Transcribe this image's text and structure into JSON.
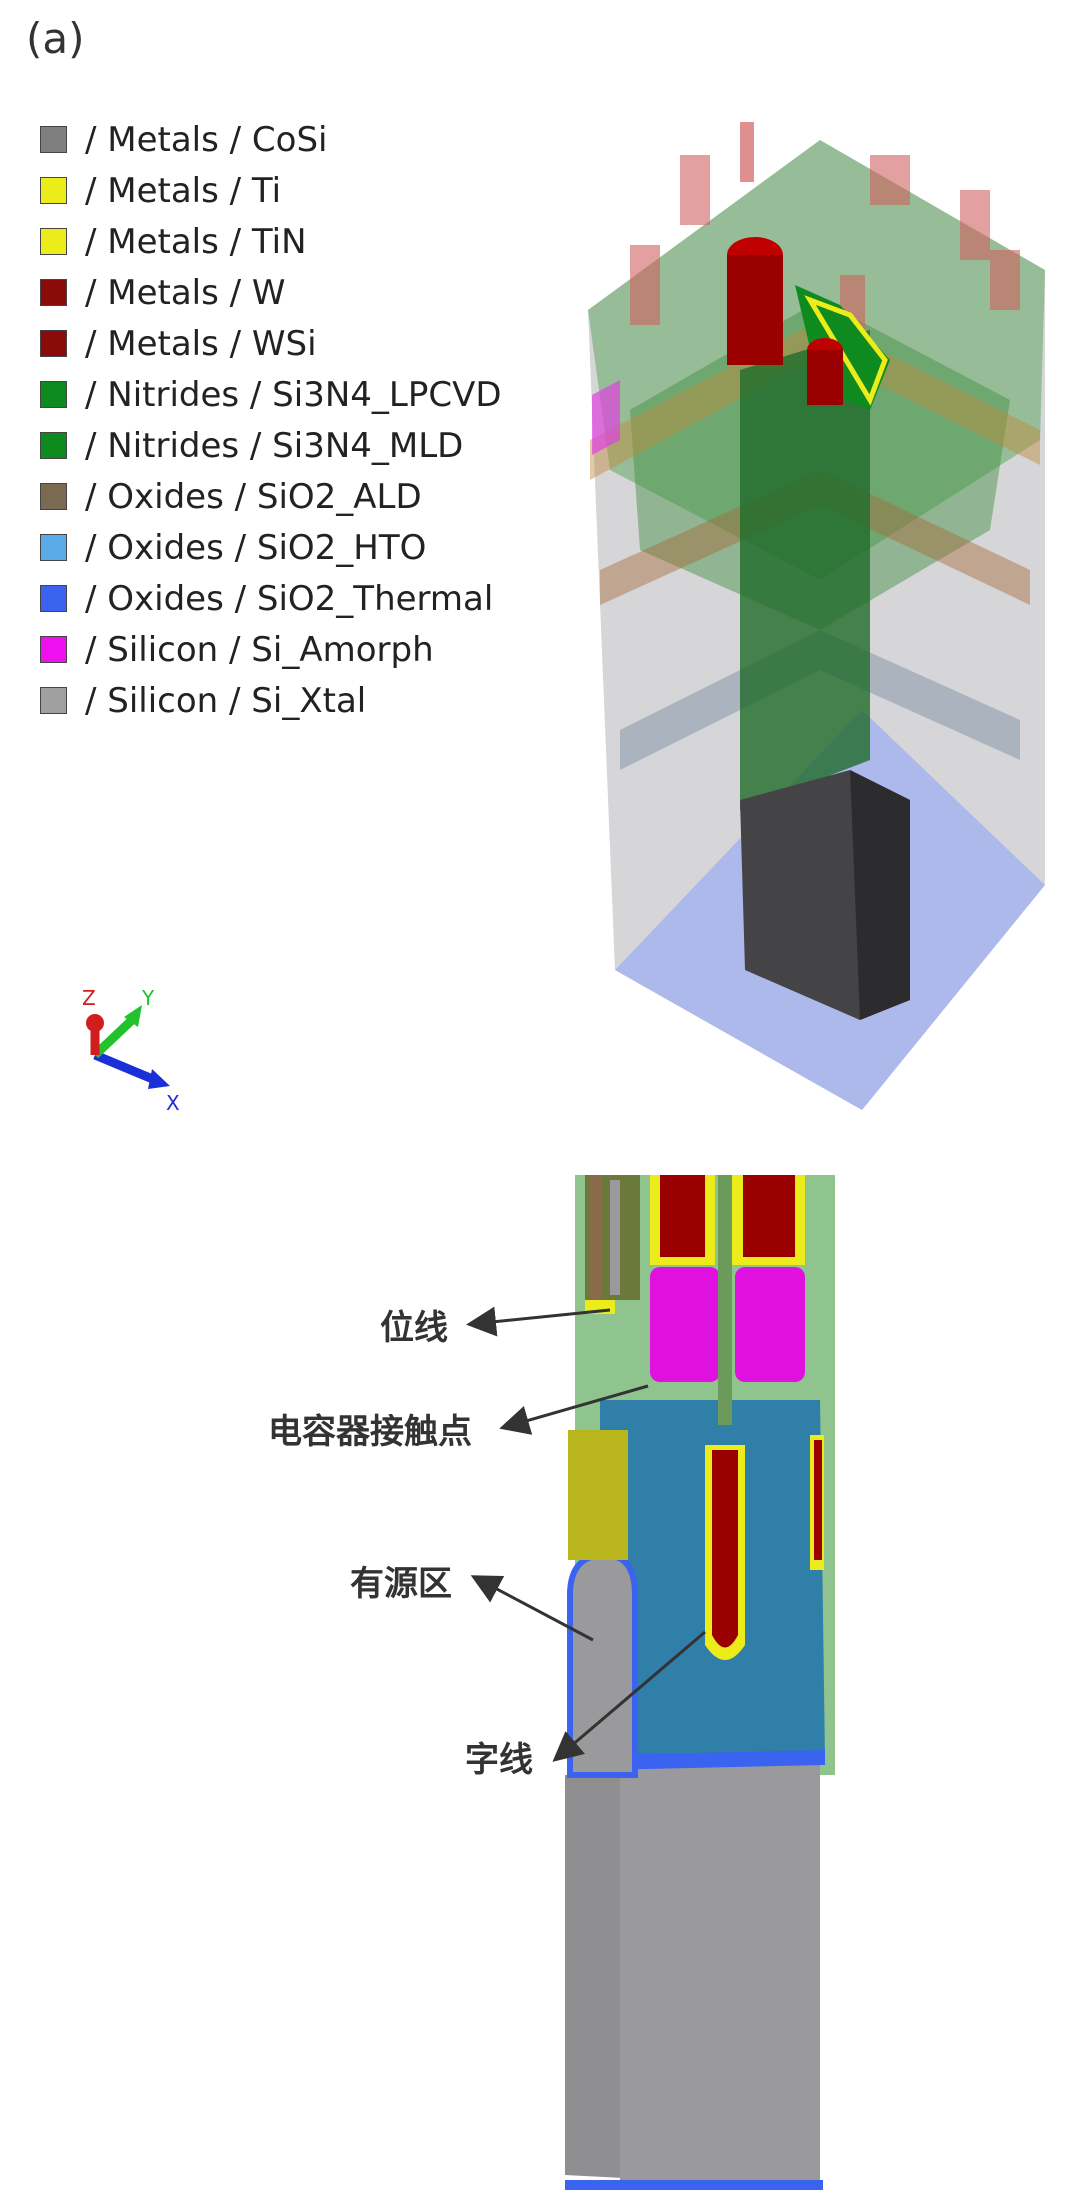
{
  "panel_label": "(a)",
  "legend": [
    {
      "label": "/ Metals / CoSi",
      "color": "#7f7f7f"
    },
    {
      "label": "/ Metals / Ti",
      "color": "#ecec1a"
    },
    {
      "label": "/ Metals / TiN",
      "color": "#ecec1a"
    },
    {
      "label": "/ Metals / W",
      "color": "#8b0a0a"
    },
    {
      "label": "/ Metals / WSi",
      "color": "#8b0a0a"
    },
    {
      "label": "/ Nitrides / Si3N4_LPCVD",
      "color": "#0f8a1f"
    },
    {
      "label": "/ Nitrides / Si3N4_MLD",
      "color": "#0f8a1f"
    },
    {
      "label": "/ Oxides / SiO2_ALD",
      "color": "#7a6a52"
    },
    {
      "label": "/ Oxides / SiO2_HTO",
      "color": "#5aaae8"
    },
    {
      "label": "/ Oxides / SiO2_Thermal",
      "color": "#3a64f0"
    },
    {
      "label": "/ Silicon / Si_Amorph",
      "color": "#ee10ee"
    },
    {
      "label": "/ Silicon / Si_Xtal",
      "color": "#a0a0a0"
    }
  ],
  "axes": {
    "z": "Z",
    "y": "Y",
    "x": "X"
  },
  "annotations": {
    "bitline": "位线",
    "capacitor_contact": "电容器接触点",
    "active_area": "有源区",
    "wordline": "字线"
  }
}
